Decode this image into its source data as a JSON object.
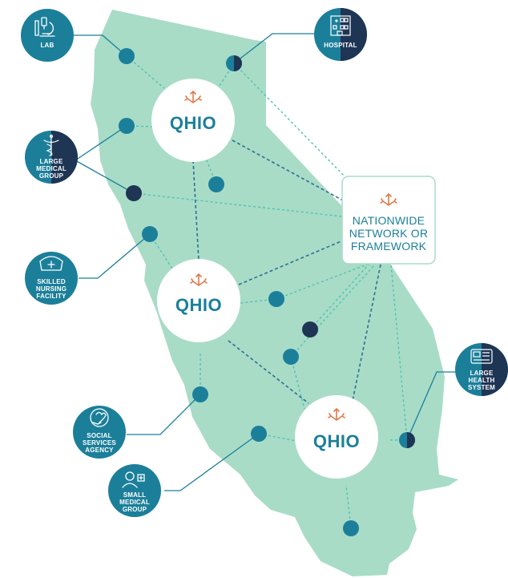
{
  "hubs": [
    {
      "label": "QHIO"
    },
    {
      "label": "QHIO"
    },
    {
      "label": "QHIO"
    }
  ],
  "network": {
    "lines": [
      "NATIONWIDE",
      "NETWORK OR",
      "FRAMEWORK"
    ]
  },
  "participants": [
    {
      "name": "lab",
      "lines": [
        "LAB"
      ],
      "icon": "microscope-icon",
      "split": false
    },
    {
      "name": "hospital",
      "lines": [
        "HOSPITAL"
      ],
      "icon": "hospital-building-icon",
      "split": true
    },
    {
      "name": "large-medical-group",
      "lines": [
        "LARGE",
        "MEDICAL",
        "GROUP"
      ],
      "icon": "caduceus-icon",
      "split": true
    },
    {
      "name": "skilled-nursing-facility",
      "lines": [
        "SKILLED",
        "NURSING",
        "FACILITY"
      ],
      "icon": "nurse-cap-icon",
      "split": false
    },
    {
      "name": "large-health-system",
      "lines": [
        "LARGE",
        "HEALTH",
        "SYSTEM"
      ],
      "icon": "health-card-icon",
      "split": true
    },
    {
      "name": "social-services-agency",
      "lines": [
        "SOCIAL",
        "SERVICES",
        "AGENCY"
      ],
      "icon": "heart-hand-icon",
      "split": false
    },
    {
      "name": "small-medical-group",
      "lines": [
        "SMALL",
        "MEDICAL",
        "GROUP"
      ],
      "icon": "doctor-icon",
      "split": false
    }
  ],
  "colors": {
    "state_fill": "#a8dcc7",
    "teal": "#1b7f9a",
    "navy": "#1f3554",
    "accent": "#e0794a",
    "line_light": "#4fc3b3",
    "line_dark": "#2e6f93",
    "white": "#ffffff"
  }
}
